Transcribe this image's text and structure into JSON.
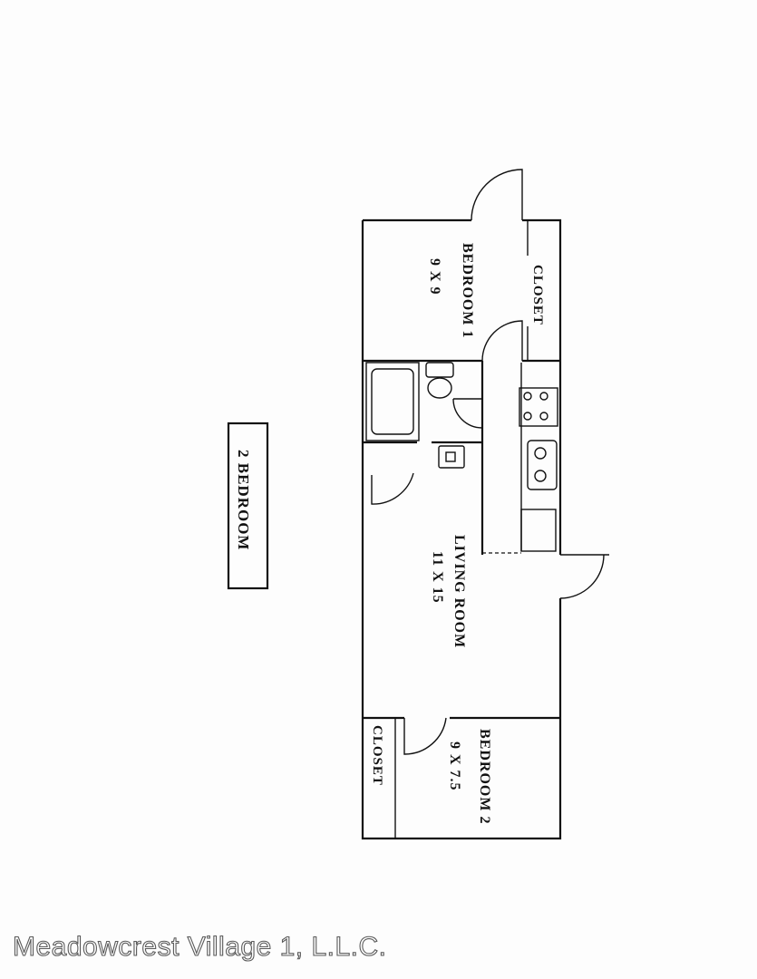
{
  "plan": {
    "title": "2 BEDROOM",
    "rooms": [
      {
        "name": "BEDROOM 1",
        "size": "9 X 9"
      },
      {
        "name": "LIVING ROOM",
        "size": "11 X 15"
      },
      {
        "name": "BEDROOM 2",
        "size": "9 X 7.5"
      }
    ],
    "closet_label": "CLOSET"
  },
  "watermark": "Meadowcrest Village 1, L.L.C."
}
